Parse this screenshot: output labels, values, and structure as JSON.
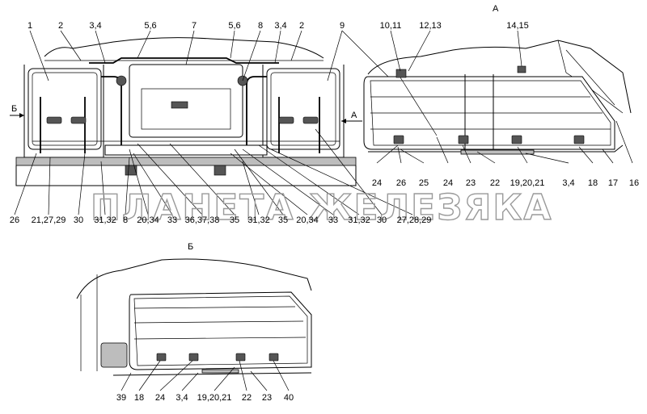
{
  "views": {
    "a_label": "А",
    "b_label": "Б",
    "arrow_b": "Б",
    "arrow_a": "А"
  },
  "watermark": "ПЛАНЕТА ЖЕЛЕЗЯКА",
  "callouts_top": [
    "1",
    "2",
    "3,4",
    "5,6",
    "7",
    "5,6",
    "8",
    "3,4",
    "2",
    "9",
    "10,11",
    "12,13",
    "14,15"
  ],
  "callouts_bottom_left": [
    "26",
    "21,27,29",
    "30",
    "31,32",
    "8",
    "20,34",
    "33",
    "36,37,38",
    "35",
    "31,32",
    "35",
    "20,34",
    "33",
    "31,32",
    "30",
    "27,28,29"
  ],
  "callouts_right": [
    "24",
    "26",
    "25",
    "24",
    "23",
    "22",
    "19,20,21",
    "3,4",
    "18",
    "17",
    "16"
  ],
  "callouts_view_b": [
    "39",
    "18",
    "24",
    "3,4",
    "19,20,21",
    "22",
    "23",
    "40"
  ],
  "colors": {
    "line": "#000000",
    "shade": "#bdbdbd",
    "watermark": "#9a9a9a"
  }
}
